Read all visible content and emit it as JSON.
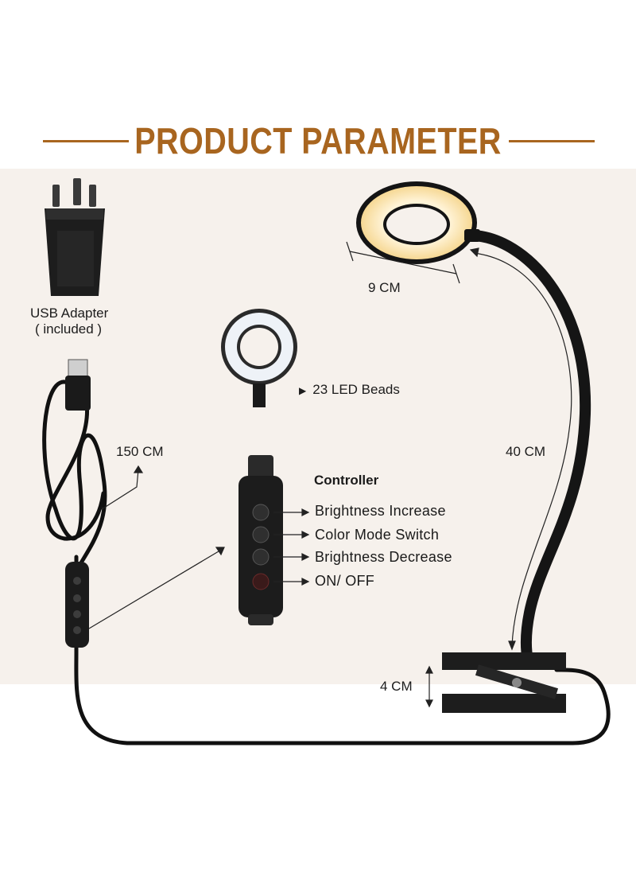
{
  "header": {
    "title": "PRODUCT PARAMETER",
    "accent_color": "#a8651f"
  },
  "adapter": {
    "line1": "USB Adapter",
    "line2": "( included )",
    "icon": "uk-plug-adapter-icon"
  },
  "cable": {
    "length_label": "150 CM",
    "icon": "usb-cable-icon"
  },
  "led": {
    "bullet": "▶",
    "label": "23 LED Beads",
    "icon": "led-ring-icon"
  },
  "lamp": {
    "head_width_label": "9 CM",
    "neck_length_label": "40 CM",
    "clip_opening_label": "4 CM",
    "icon": "clip-lamp-icon"
  },
  "controller": {
    "heading": "Controller",
    "items": [
      {
        "label": "Brightness Increase",
        "icon": "sun-plus-icon"
      },
      {
        "label": "Color Mode Switch",
        "icon": "mode-switch-icon"
      },
      {
        "label": "Brightness Decrease",
        "icon": "sun-minus-icon"
      },
      {
        "label": "ON/ OFF",
        "icon": "power-icon"
      }
    ]
  }
}
